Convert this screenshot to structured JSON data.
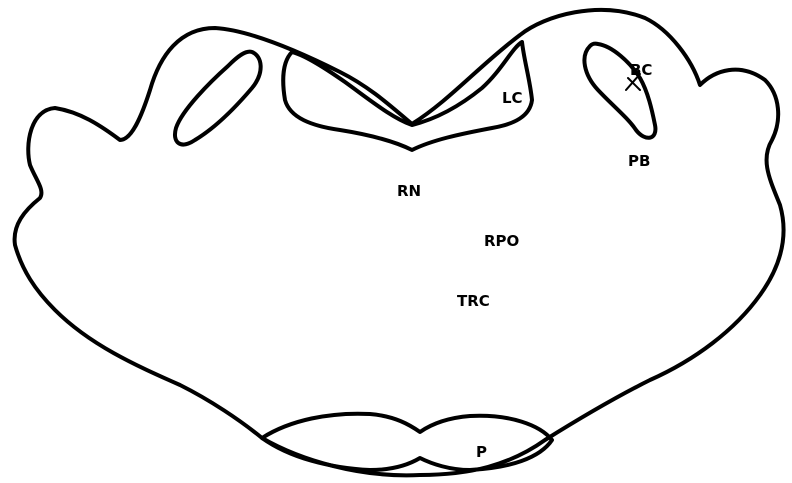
{
  "diagram": {
    "labels": {
      "lc": "LC",
      "bc": "BC",
      "pb": "PB",
      "rn": "RN",
      "rpo": "RPO",
      "trc": "TRC",
      "p": "P"
    },
    "colors": {
      "stroke": "#000000",
      "background": "#ffffff"
    }
  }
}
